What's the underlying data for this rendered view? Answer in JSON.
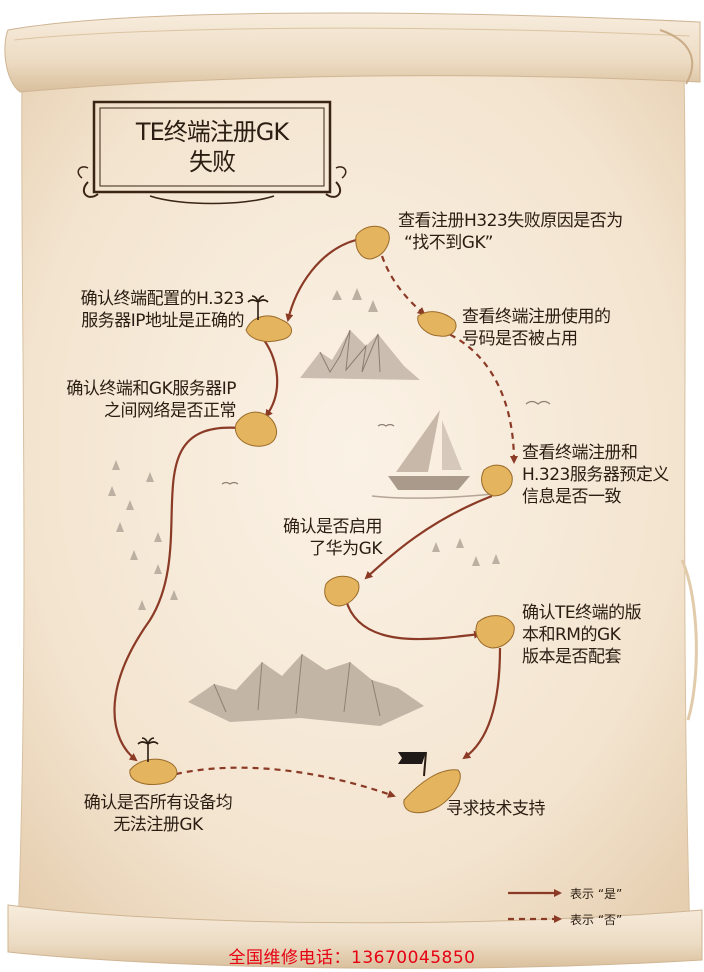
{
  "title": {
    "line1": "TE终端注册GK",
    "line2": "失败"
  },
  "nodes": {
    "n1": {
      "line1": "查看注册H323失败原因是否为",
      "line2": "“找不到GK”"
    },
    "n2": {
      "line1": "确认终端配置的H.323",
      "line2": "服务器IP地址是正确的"
    },
    "n3": {
      "line1": "查看终端注册使用的",
      "line2": "号码是否被占用"
    },
    "n4": {
      "line1": "确认终端和GK服务器IP",
      "line2": "之间网络是否正常"
    },
    "n5": {
      "line1": "查看终端注册和",
      "line2": "H.323服务器预定义",
      "line3": "信息是否一致"
    },
    "n6": {
      "line1": "确认是否启用",
      "line2": "了华为GK"
    },
    "n7": {
      "line1": "确认TE终端的版",
      "line2": "本和RM的GK",
      "line3": "版本是否配套"
    },
    "n8": {
      "line1": "确认是否所有设备均",
      "line2": "无法注册GK"
    },
    "n9": {
      "line1": "寻求技术支持"
    }
  },
  "legend": {
    "yes": "表示 “是”",
    "no": "表示 “否”"
  },
  "footer": "全国维修电话：13670045850",
  "colors": {
    "arrow": "#8b3a26",
    "island": "#e4b45f",
    "parchment": "#f4e6d2",
    "footer_text": "#e60012"
  }
}
